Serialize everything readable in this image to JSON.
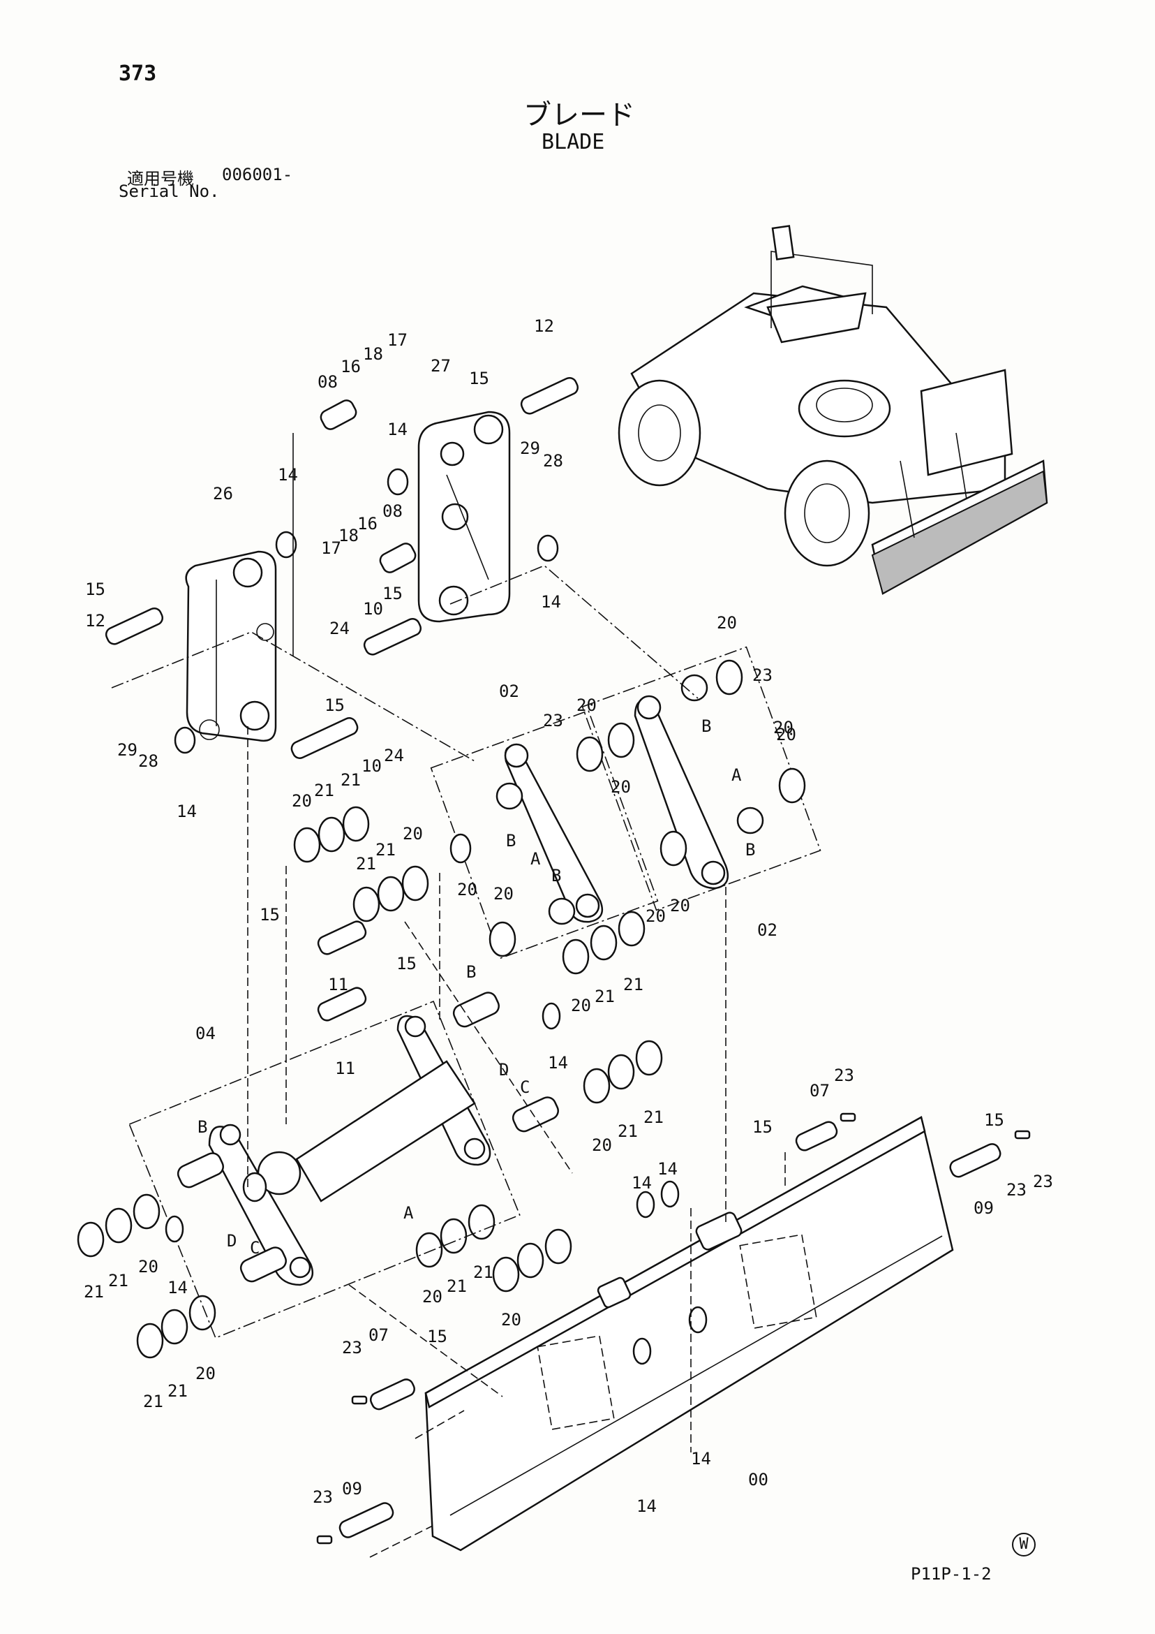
{
  "header": {
    "page_number": "373",
    "title_jp": "ブレード",
    "title_en": "BLADE",
    "serial_label_jp": "適用号機",
    "serial_value": "006001-",
    "serial_label_en": "Serial No."
  },
  "footer": {
    "watermark": "W",
    "figure_code": "P11P-1-2"
  },
  "callouts": {
    "c00": "00",
    "c02a": "02",
    "c02b": "02",
    "c04": "04",
    "c07a": "07",
    "c07b": "07",
    "c08a": "08",
    "c08b": "08",
    "c09a": "09",
    "c09b": "09",
    "c10a": "10",
    "c10b": "10",
    "c11a": "11",
    "c11b": "11",
    "c12a": "12",
    "c12b": "12",
    "c14a": "14",
    "c14b": "14",
    "c14c": "14",
    "c14d": "14",
    "c14e": "14",
    "c14f": "14",
    "c14g": "14",
    "c14h": "14",
    "c14i": "14",
    "c14j": "14",
    "c15a": "15",
    "c15b": "15",
    "c15c": "15",
    "c15d": "15",
    "c15e": "15",
    "c15f": "15",
    "c15g": "15",
    "c15h": "15",
    "c15i": "15",
    "c16a": "16",
    "c16b": "16",
    "c17a": "17",
    "c17b": "17",
    "c18a": "18",
    "c18b": "18",
    "c20a": "20",
    "c20b": "20",
    "c20c": "20",
    "c20d": "20",
    "c20e": "20",
    "c20f": "20",
    "c20g": "20",
    "c20h": "20",
    "c20i": "20",
    "c20j": "20",
    "c20k": "20",
    "c20l": "20",
    "c20m": "20",
    "c20n": "20",
    "c20o": "20",
    "c20p": "20",
    "c20q": "20",
    "c21a": "21",
    "c21b": "21",
    "c21c": "21",
    "c21d": "21",
    "c21e": "21",
    "c21f": "21",
    "c21g": "21",
    "c21h": "21",
    "c21i": "21",
    "c21j": "21",
    "c21k": "21",
    "c21l": "21",
    "c21m": "21",
    "c21n": "21",
    "c23a": "23",
    "c23b": "23",
    "c23c": "23",
    "c23d": "23",
    "c23e": "23",
    "c23f": "23",
    "c23g": "23",
    "c24a": "24",
    "c24b": "24",
    "c26": "26",
    "c27": "27",
    "c28a": "28",
    "c28b": "28",
    "c29a": "29",
    "c29b": "29",
    "refA1": "A",
    "refA2": "A",
    "refA3": "A",
    "refB1": "B",
    "refB2": "B",
    "refB3": "B",
    "refB4": "B",
    "refB5": "B",
    "refB6": "B",
    "refC1": "C",
    "refC2": "C",
    "refD1": "D",
    "refD2": "D"
  }
}
